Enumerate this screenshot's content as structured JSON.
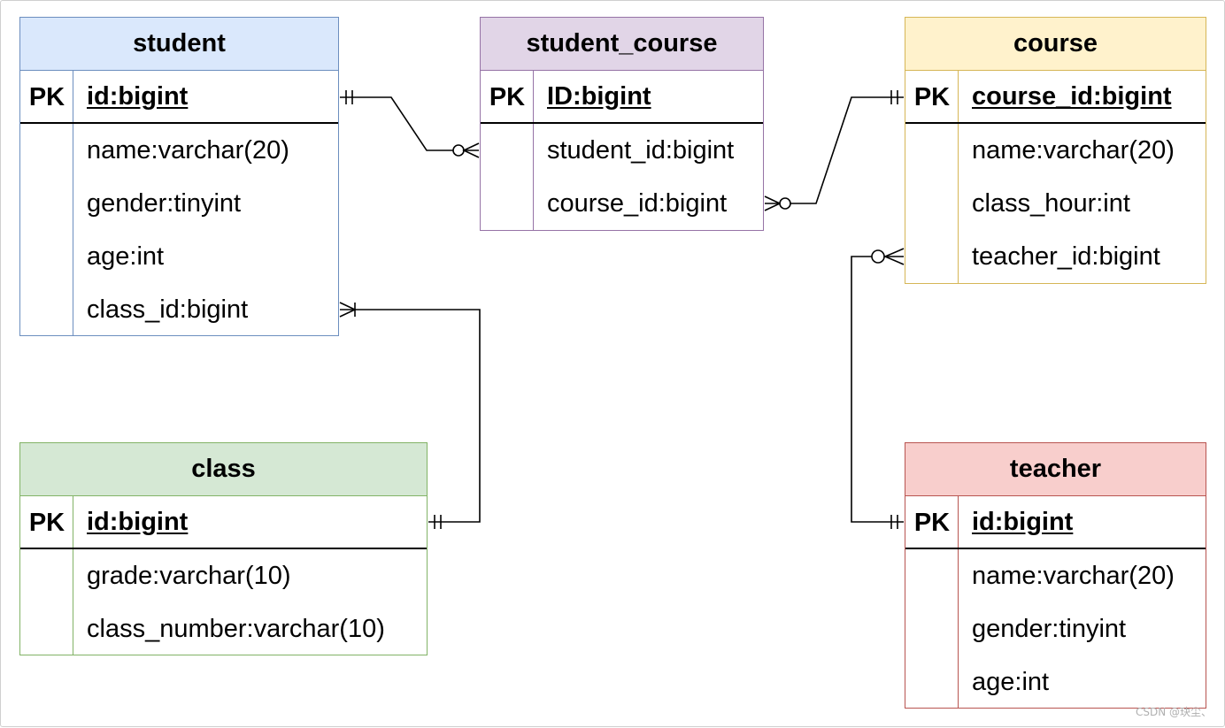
{
  "key_label": "PK",
  "watermark": "CSDN @玦尘、",
  "entities": {
    "student": {
      "title": "student",
      "fill": "#dae8fc",
      "stroke": "#6c8ebf",
      "pk": "id:bigint",
      "fields": [
        "name:varchar(20)",
        "gender:tinyint",
        "age:int",
        "class_id:bigint"
      ]
    },
    "student_course": {
      "title": "student_course",
      "fill": "#e1d5e7",
      "stroke": "#9673a6",
      "pk": "ID:bigint",
      "fields": [
        "student_id:bigint",
        "course_id:bigint"
      ]
    },
    "course": {
      "title": "course",
      "fill": "#fff2cc",
      "stroke": "#d6b656",
      "pk": "course_id:bigint",
      "fields": [
        "name:varchar(20)",
        "class_hour:int",
        "teacher_id:bigint"
      ]
    },
    "class": {
      "title": "class",
      "fill": "#d5e8d4",
      "stroke": "#82b366",
      "pk": "id:bigint",
      "fields": [
        "grade:varchar(10)",
        "class_number:varchar(10)"
      ]
    },
    "teacher": {
      "title": "teacher",
      "fill": "#f8cecc",
      "stroke": "#b85450",
      "pk": "id:bigint",
      "fields": [
        "name:varchar(20)",
        "gender:tinyint",
        "age:int"
      ]
    }
  },
  "relationships": [
    {
      "from": "student.id",
      "to": "student_course.student_id",
      "from_end": "one-and-only-one",
      "to_end": "zero-or-many"
    },
    {
      "from": "student_course.course_id",
      "to": "course.course_id",
      "from_end": "zero-or-many",
      "to_end": "one-and-only-one"
    },
    {
      "from": "class.id",
      "to": "student.class_id",
      "from_end": "one-and-only-one",
      "to_end": "one-or-many"
    },
    {
      "from": "teacher.id",
      "to": "course.teacher_id",
      "from_end": "one-and-only-one",
      "to_end": "zero-or-many"
    }
  ]
}
